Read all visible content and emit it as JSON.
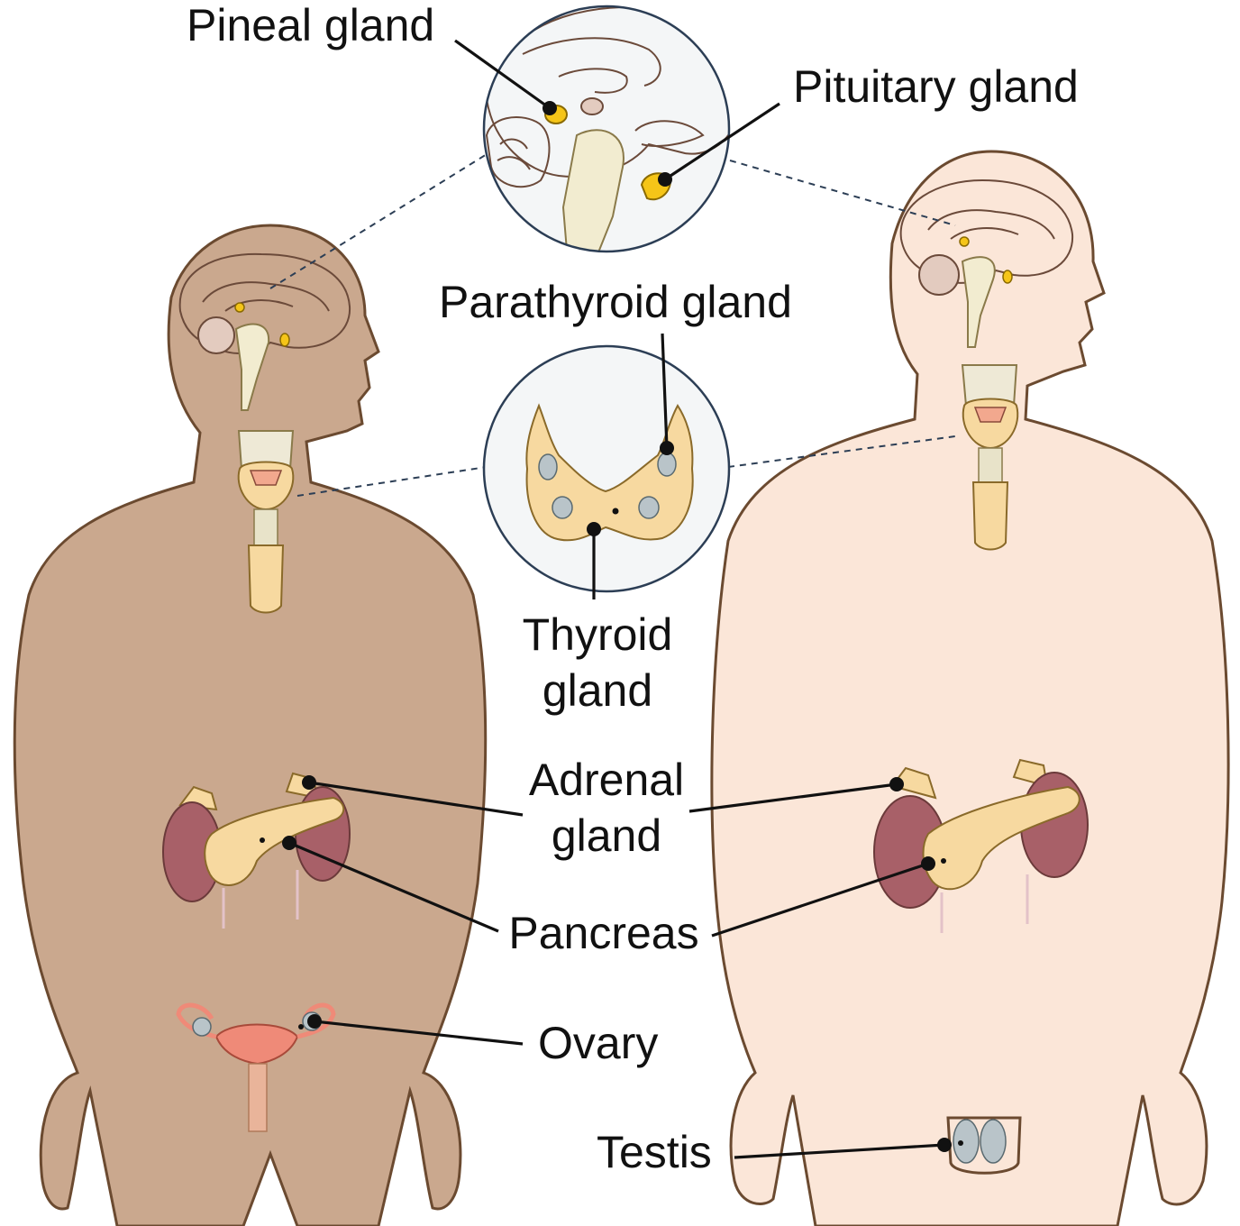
{
  "labels": {
    "pineal": "Pineal gland",
    "pituitary": "Pituitary gland",
    "parathyroid": "Parathyroid gland",
    "thyroid_line1": "Thyroid",
    "thyroid_line2": "gland",
    "adrenal_line1": "Adrenal",
    "adrenal_line2": "gland",
    "pancreas": "Pancreas",
    "ovary": "Ovary",
    "testis": "Testis"
  },
  "colors": {
    "female_skin": "#caa88e",
    "male_skin": "#fbe6d8",
    "body_outline": "#6b4a30",
    "brain": "#dcc1b4",
    "gland_yellow": "#f5c518",
    "thyroid_tan": "#f7d9a0",
    "kidney": "#a86068",
    "uterus": "#ef8a78",
    "testis_gray": "#b9c4c9",
    "inset_bg": "#f4f6f7"
  },
  "icons": {
    "female_figure": "female-body-silhouette",
    "male_figure": "male-body-silhouette",
    "brain_inset": "brain-sagittal-magnifier",
    "thyroid_inset": "thyroid-magnifier"
  }
}
